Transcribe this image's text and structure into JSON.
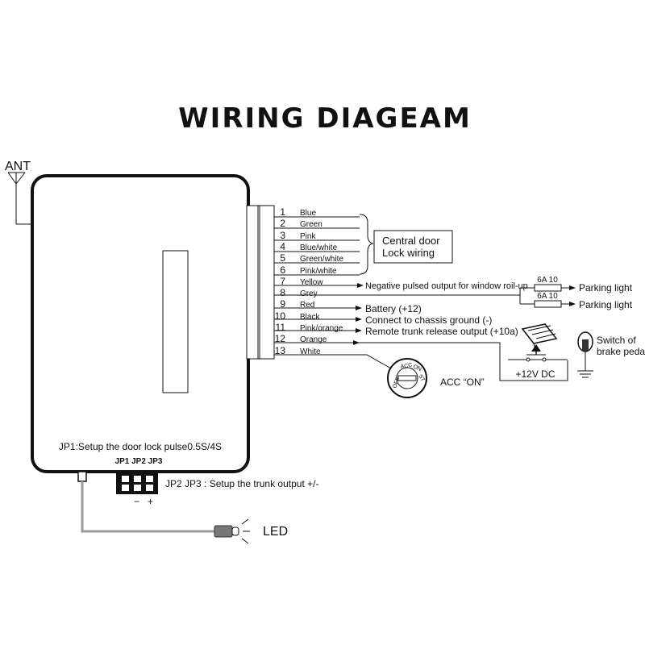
{
  "title": "WIRING DIAGEAM",
  "antenna_label": "ANT",
  "wires": [
    {
      "num": "1",
      "color": "Blue"
    },
    {
      "num": "2",
      "color": "Green"
    },
    {
      "num": "3",
      "color": "Pink"
    },
    {
      "num": "4",
      "color": "Blue/white"
    },
    {
      "num": "5",
      "color": "Green/white"
    },
    {
      "num": "6",
      "color": "Pink/white"
    },
    {
      "num": "7",
      "color": "Yellow"
    },
    {
      "num": "8",
      "color": "Grey"
    },
    {
      "num": "9",
      "color": "Red"
    },
    {
      "num": "10",
      "color": "Black"
    },
    {
      "num": "11",
      "color": "Pink/orange"
    },
    {
      "num": "12",
      "color": "Orange"
    },
    {
      "num": "13",
      "color": "White"
    }
  ],
  "central_door": {
    "line1": "Central door",
    "line2": "Lock wiring"
  },
  "outputs": {
    "window": "Negative pulsed output for window roil-up",
    "battery": "Battery (+12)",
    "ground": "Connect to chassis ground (-)",
    "trunk": "Remote trunk release output (+10a)"
  },
  "fuse_label": "6A 10",
  "parking_light": "Parking light",
  "dc_label": "+12V DC",
  "brake_switch": {
    "line1": "Switch of",
    "line2": "brake pedal"
  },
  "acc_label": "ACC “ON”",
  "ignition_positions": [
    "OFF",
    "ACC",
    "ON",
    "ST"
  ],
  "jp1_note": "JP1:Setup the door lock pulse0.5S/4S",
  "jumper_labels": "JP1 JP2 JP3",
  "jp23_note": "JP2  JP3 : Setup the trunk output +/-",
  "polarity": {
    "minus": "−",
    "plus": "+"
  },
  "led_label": "LED"
}
